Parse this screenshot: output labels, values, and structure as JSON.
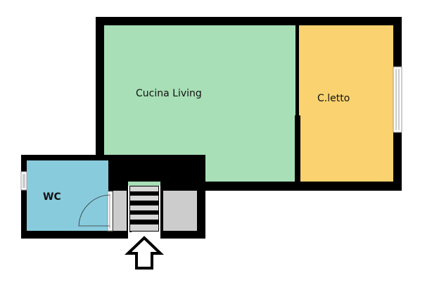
{
  "rooms": {
    "living": {
      "label": "Cucina Living",
      "color": "#a8dfb6"
    },
    "bedroom": {
      "label": "C.letto",
      "color": "#fad26f"
    },
    "wc": {
      "label": "WC",
      "color": "#88cbdc"
    }
  },
  "colors": {
    "wall": "#000000",
    "stairs": "#d6d6d6",
    "storage": "#cccccc"
  },
  "entrance_icon": "up-arrow-icon"
}
